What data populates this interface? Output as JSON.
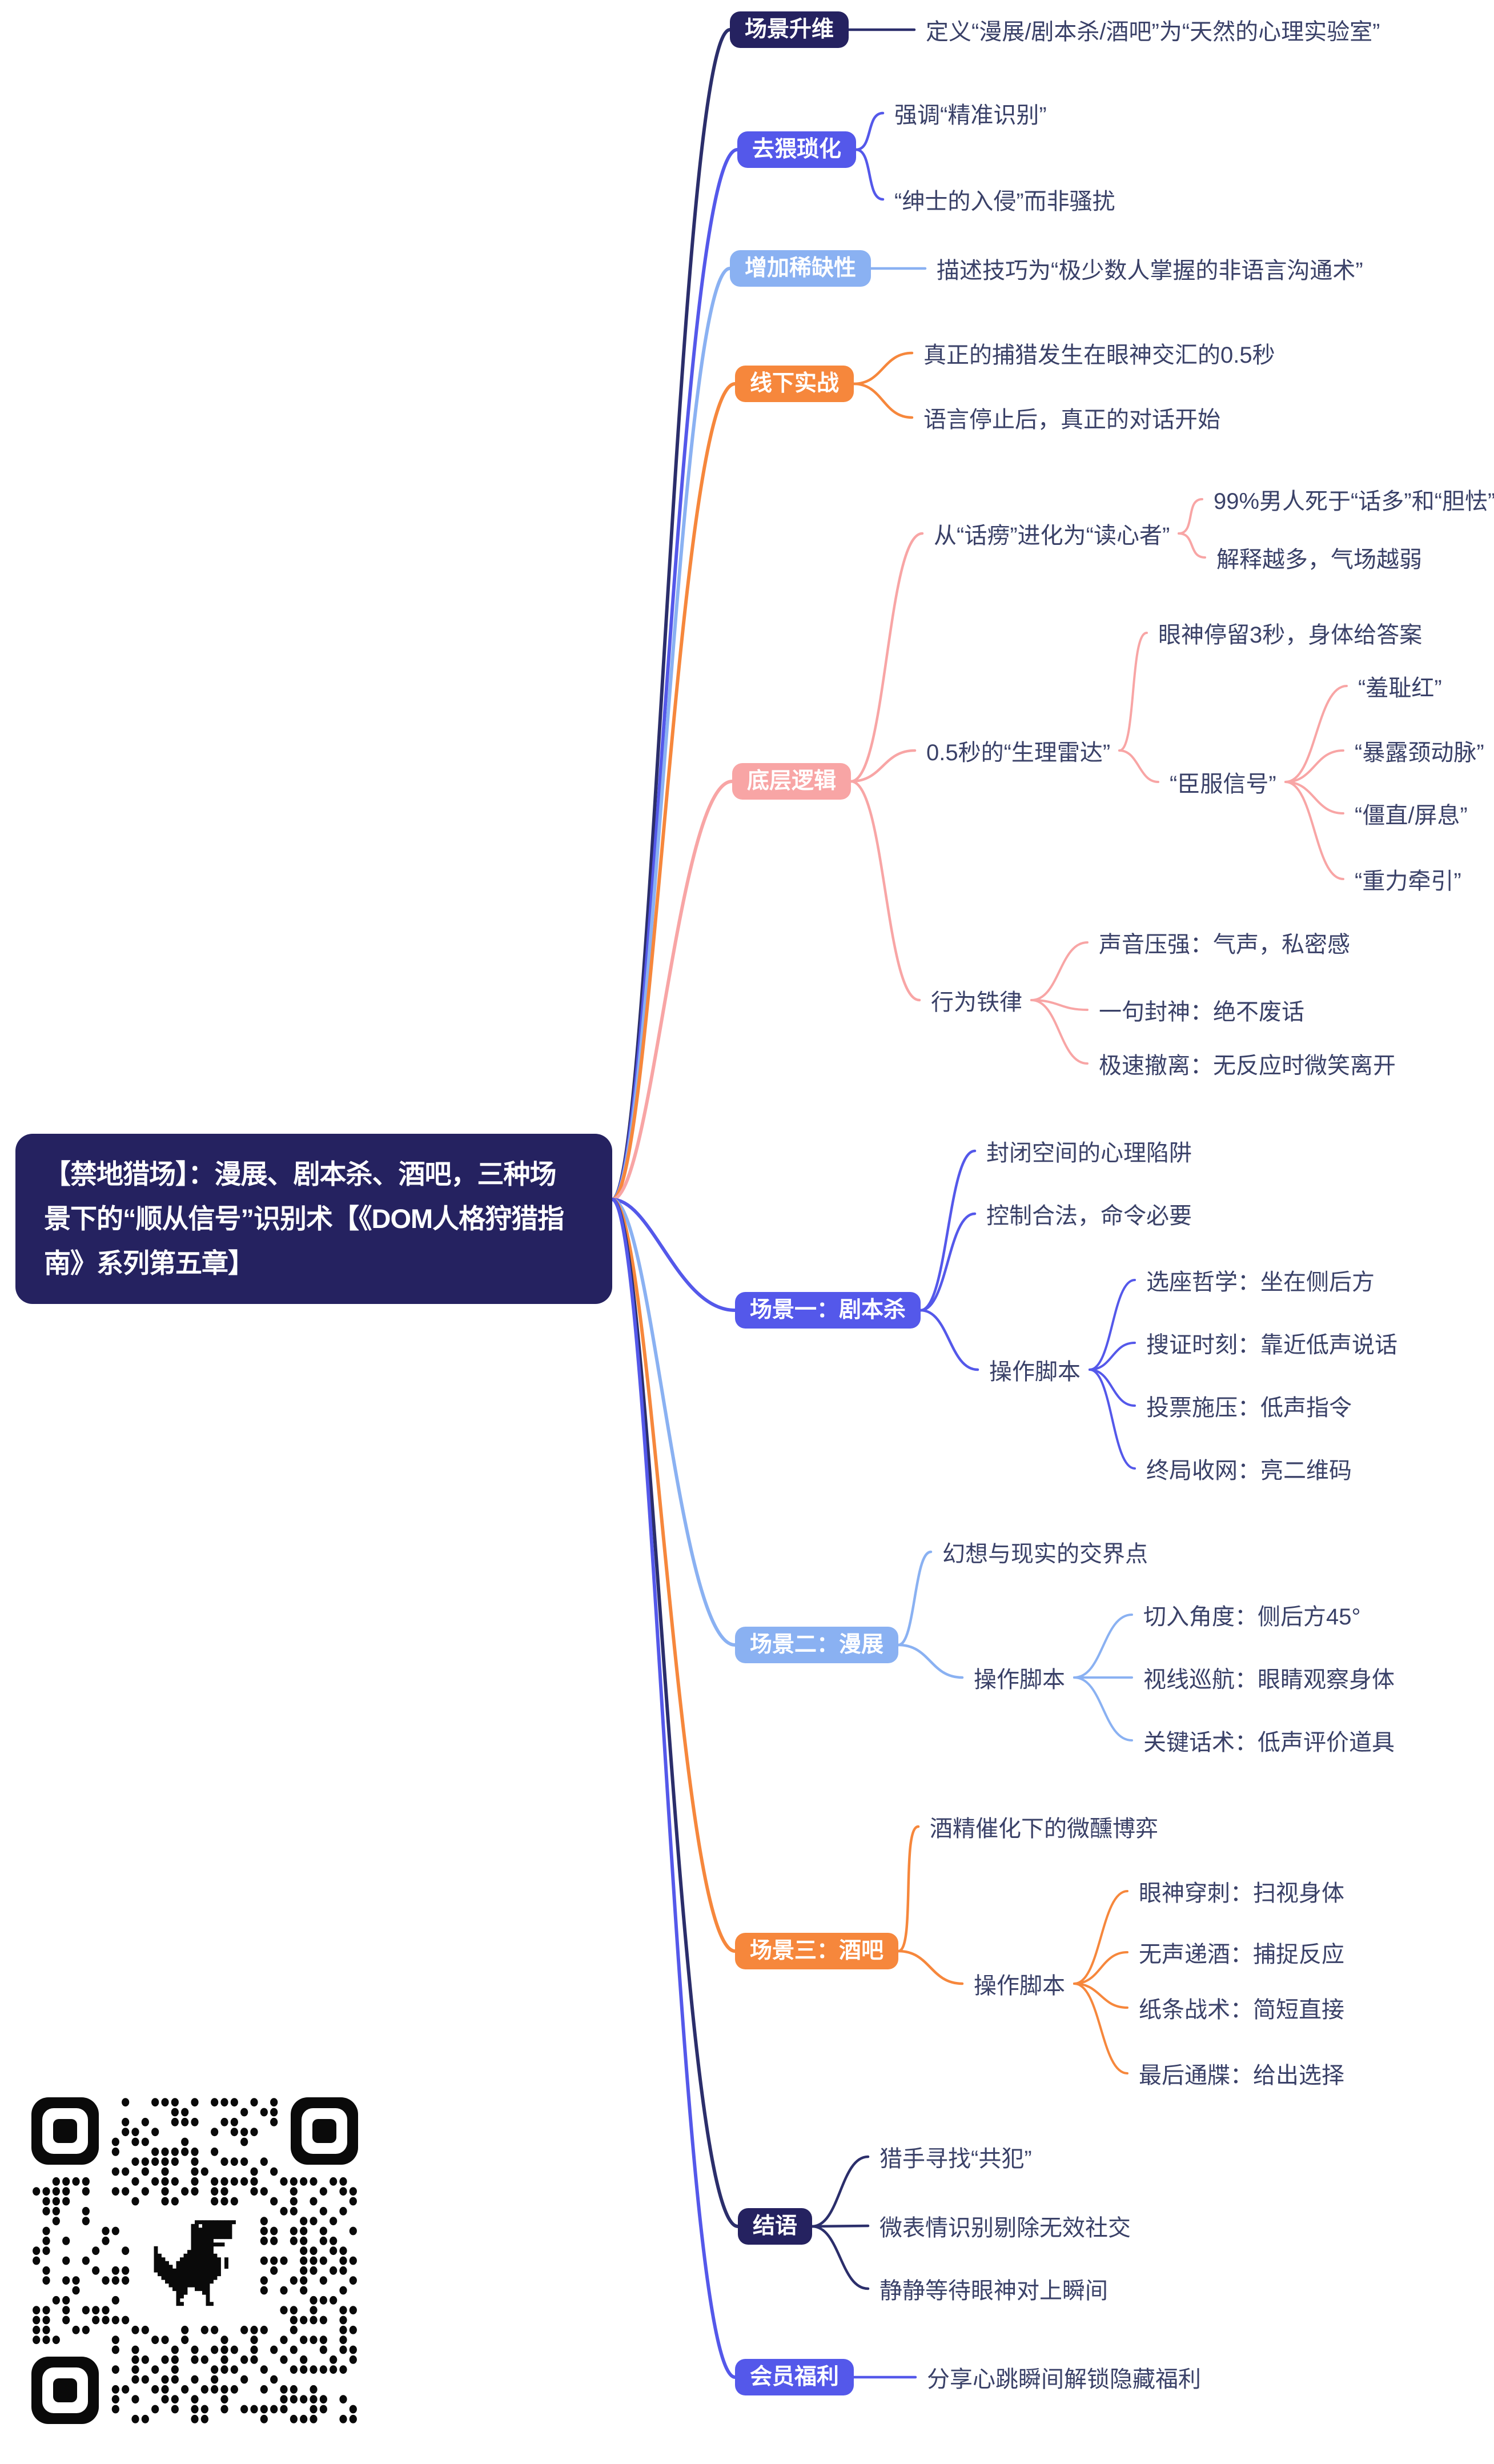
{
  "palette": {
    "navy": "#2b2e6b",
    "navy_fill": "#252260",
    "indigo": "#5458ea",
    "lightblue": "#8ab1f2",
    "orange": "#f6873c",
    "pink": "#f8a5a5",
    "text": "#3a4168",
    "qr_black": "#0a0a0a",
    "background": "#ffffff"
  },
  "central": {
    "title": "【禁地猎场】：漫展、剧本杀、酒吧，三种场\n景下的“顺从信号”识别术【《DOM人格狩猎指\n南》系列第五章】"
  },
  "branches": [
    {
      "label": "场景升维",
      "color": "navy_fill",
      "line": "navy",
      "children": [
        {
          "label": "定义“漫展/剧本杀/酒吧”为“天然的心理实验室”"
        }
      ]
    },
    {
      "label": "去猥琐化",
      "color": "indigo",
      "line": "indigo",
      "children": [
        {
          "label": "强调“精准识别”"
        },
        {
          "label": "“绅士的入侵”而非骚扰"
        }
      ]
    },
    {
      "label": "增加稀缺性",
      "color": "lightblue",
      "line": "lightblue",
      "children": [
        {
          "label": "描述技巧为“极少数人掌握的非语言沟通术”"
        }
      ]
    },
    {
      "label": "线下实战",
      "color": "orange",
      "line": "orange",
      "children": [
        {
          "label": "真正的捕猎发生在眼神交汇的0.5秒"
        },
        {
          "label": "语言停止后，真正的对话开始"
        }
      ]
    },
    {
      "label": "底层逻辑",
      "color": "pink",
      "line": "pink",
      "children": [
        {
          "label": "从“话痨”进化为“读心者”",
          "children": [
            {
              "label": "99%男人死于“话多”和“胆怯”"
            },
            {
              "label": "解释越多，气场越弱"
            }
          ]
        },
        {
          "label": "0.5秒的“生理雷达”",
          "children": [
            {
              "label": "眼神停留3秒，身体给答案"
            },
            {
              "label": "“臣服信号”",
              "children": [
                {
                  "label": "“羞耻红”"
                },
                {
                  "label": "“暴露颈动脉”"
                },
                {
                  "label": "“僵直/屏息”"
                },
                {
                  "label": "“重力牵引”"
                }
              ]
            }
          ]
        },
        {
          "label": "行为铁律",
          "children": [
            {
              "label": "声音压强：气声，私密感"
            },
            {
              "label": "一句封神：绝不废话"
            },
            {
              "label": "极速撤离：无反应时微笑离开"
            }
          ]
        }
      ]
    },
    {
      "label": "场景一：剧本杀",
      "color": "indigo",
      "line": "indigo",
      "children": [
        {
          "label": "封闭空间的心理陷阱"
        },
        {
          "label": "控制合法，命令必要"
        },
        {
          "label": "操作脚本",
          "children": [
            {
              "label": "选座哲学：坐在侧后方"
            },
            {
              "label": "搜证时刻：靠近低声说话"
            },
            {
              "label": "投票施压：低声指令"
            },
            {
              "label": "终局收网：亮二维码"
            }
          ]
        }
      ]
    },
    {
      "label": "场景二：漫展",
      "color": "lightblue",
      "line": "lightblue",
      "children": [
        {
          "label": "幻想与现实的交界点"
        },
        {
          "label": "操作脚本",
          "children": [
            {
              "label": "切入角度：侧后方45°"
            },
            {
              "label": "视线巡航：眼睛观察身体"
            },
            {
              "label": "关键话术：低声评价道具"
            }
          ]
        }
      ]
    },
    {
      "label": "场景三：酒吧",
      "color": "orange",
      "line": "orange",
      "children": [
        {
          "label": "酒精催化下的微醺博弈"
        },
        {
          "label": "操作脚本",
          "children": [
            {
              "label": "眼神穿刺：扫视身体"
            },
            {
              "label": "无声递酒：捕捉反应"
            },
            {
              "label": "纸条战术：简短直接"
            },
            {
              "label": "最后通牒：给出选择"
            }
          ]
        }
      ]
    },
    {
      "label": "结语",
      "color": "navy_fill",
      "line": "navy",
      "children": [
        {
          "label": "猎手寻找“共犯”"
        },
        {
          "label": "微表情识别剔除无效社交"
        },
        {
          "label": "静静等待眼神对上瞬间"
        }
      ]
    },
    {
      "label": "会员福利",
      "color": "indigo",
      "line": "indigo",
      "children": [
        {
          "label": "分享心跳瞬间解锁隐藏福利"
        }
      ]
    }
  ],
  "qr": {
    "icon": "qr-code-with-chrome-dino"
  }
}
